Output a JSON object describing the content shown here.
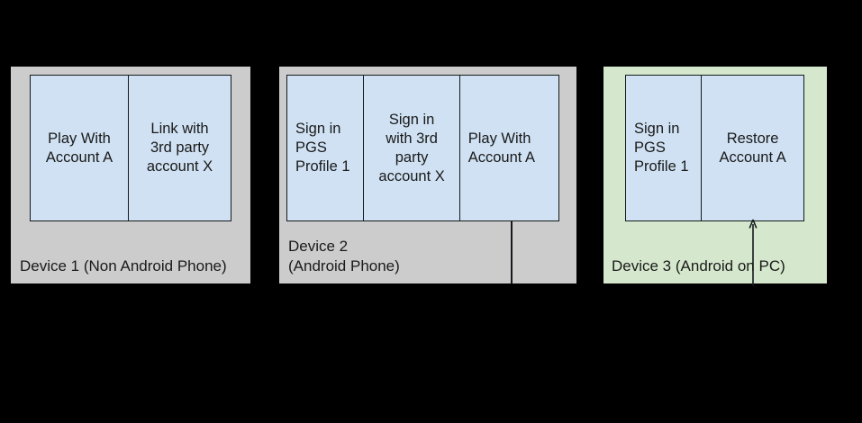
{
  "diagram": {
    "background_color": "#000000",
    "box_fill_color": "#cfe1f3",
    "box_stroke_color": "#15191c",
    "devices": [
      {
        "id": "device-1",
        "label": "Device 1 (Non Android Phone)",
        "panel_color": "#cccccc",
        "steps": [
          {
            "text": "Play With\nAccount A",
            "align": "center"
          },
          {
            "text": "Link with\n3rd party\naccount X",
            "align": "center"
          }
        ]
      },
      {
        "id": "device-2",
        "label": "Device 2\n(Android Phone)",
        "panel_color": "#cccccc",
        "steps": [
          {
            "text": "Sign in\nPGS\nProfile 1",
            "align": "left"
          },
          {
            "text": "Sign in\nwith 3rd\nparty\naccount X",
            "align": "center"
          },
          {
            "text": "Play With\nAccount A",
            "align": "left"
          }
        ]
      },
      {
        "id": "device-3",
        "label": "Device 3 (Android on PC)",
        "panel_color": "#d5e8cd",
        "steps": [
          {
            "text": "Sign in\nPGS\nProfile 1",
            "align": "left"
          },
          {
            "text": "Restore\nAccount A",
            "align": "center"
          }
        ]
      }
    ],
    "connectors": [
      {
        "id": "device-2-trailing-line",
        "kind": "line"
      },
      {
        "id": "device-3-restore-arrow",
        "kind": "arrow-up"
      }
    ]
  }
}
